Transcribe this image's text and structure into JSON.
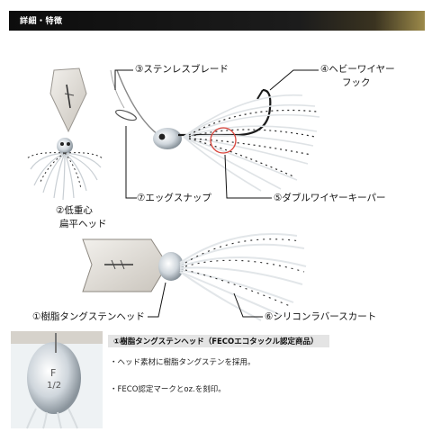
{
  "header": {
    "title": "詳細・特徴"
  },
  "callouts": {
    "blade": "③ステンレスブレード",
    "hook_line1": "④ヘビーワイヤー",
    "hook_line2": "フック",
    "center_line1": "②低重心",
    "center_line2": "扁平ヘッド",
    "snap": "⑦エッグスナップ",
    "keeper": "⑤ダブルワイヤーキーパー",
    "tungsten_head": "①樹脂タングステンヘッド",
    "skirt": "⑥シリコンラバースカート"
  },
  "detail": {
    "heading": "①樹脂タングステンヘッド（FECOエコタックル認定商品）",
    "bullet1": "・ヘッド素材に樹脂タングステンを採用。",
    "bullet2": "・FECO認定マークとoz.を刻印。",
    "head_mark_line1": "F",
    "head_mark_line2": "1/2"
  }
}
